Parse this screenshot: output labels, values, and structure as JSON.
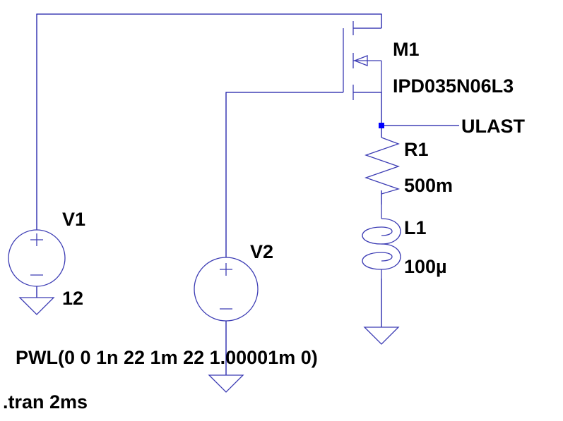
{
  "components": {
    "m1": {
      "ref": "M1",
      "model": "IPD035N06L3"
    },
    "r1": {
      "ref": "R1",
      "value": "500m"
    },
    "l1": {
      "ref": "L1",
      "value": "100µ"
    },
    "v1": {
      "ref": "V1",
      "value": "12"
    },
    "v2": {
      "ref": "V2",
      "value": "PWL(0 0 1n 22 1m 22 1.00001m 0)"
    }
  },
  "net_labels": {
    "ulast": "ULAST"
  },
  "directives": {
    "tran": ".tran 2ms"
  },
  "colors": {
    "wire": "#1a1aa8",
    "symbol": "#3c3cb4",
    "junction": "#0000ff",
    "text": "#000000",
    "background": "#ffffff"
  }
}
